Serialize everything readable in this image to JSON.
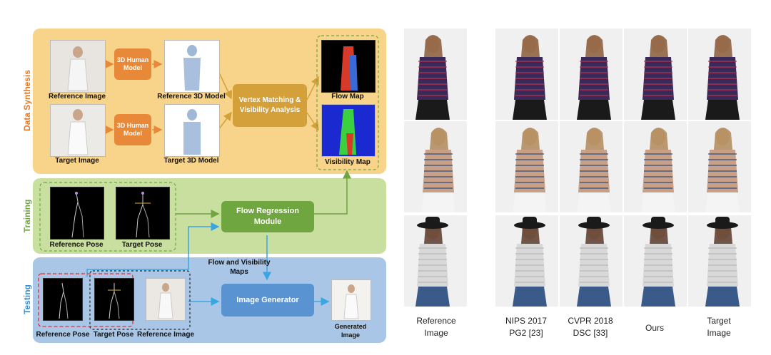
{
  "panels": {
    "synthesis": "Data Synthesis",
    "training": "Training",
    "testing": "Testing"
  },
  "synthesis": {
    "reference_image": "Reference Image",
    "target_image": "Target Image",
    "human_model_1": "3D Human Model",
    "human_model_2": "3D Human Model",
    "reference_3d": "Reference 3D Model",
    "target_3d": "Target 3D Model",
    "vertex_matching": "Vertex Matching & Visibility Analysis",
    "flow_map": "Flow Map",
    "visibility_map": "Visibility Map"
  },
  "training": {
    "reference_pose": "Reference Pose",
    "target_pose": "Target Pose",
    "flow_regression": "Flow Regression Module"
  },
  "testing": {
    "flow_visibility": "Flow and Visibility Maps",
    "reference_pose": "Reference Pose",
    "target_pose": "Target Pose",
    "reference_image": "Reference Image",
    "image_generator": "Image Generator",
    "generated_image": "Generated Image"
  },
  "comparison": {
    "col_reference": "Reference Image",
    "col_pg2_line1": "NIPS 2017",
    "col_pg2_line2": "PG2 [23]",
    "col_dsc_line1": "CVPR 2018",
    "col_dsc_line2": "DSC [33]",
    "col_ours": "Ours",
    "col_target": "Target Image"
  },
  "colors": {
    "synthesis_bg": "#f7d48a",
    "training_bg": "#c9dfa0",
    "testing_bg": "#a9c6e6",
    "orange_node": "#e8893a",
    "gold_node": "#d4a03a",
    "green_node": "#6fa640",
    "blue_node": "#5a93d2"
  }
}
